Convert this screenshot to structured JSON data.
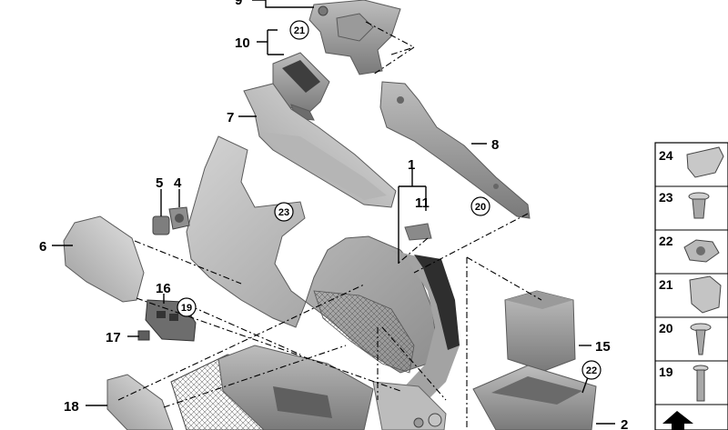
{
  "callouts": {
    "c9": "9",
    "c10": "10",
    "c7": "7",
    "c8": "8",
    "c1": "1",
    "c11": "11",
    "c5": "5",
    "c4": "4",
    "c6": "6",
    "c16": "16",
    "c17": "17",
    "c18": "18",
    "c15": "15",
    "c2": "2"
  },
  "circled": {
    "r21": "21",
    "r23": "23",
    "r20": "20",
    "r19": "19",
    "r22": "22"
  },
  "legend": {
    "items": [
      "24",
      "23",
      "22",
      "21",
      "20",
      "19"
    ]
  }
}
